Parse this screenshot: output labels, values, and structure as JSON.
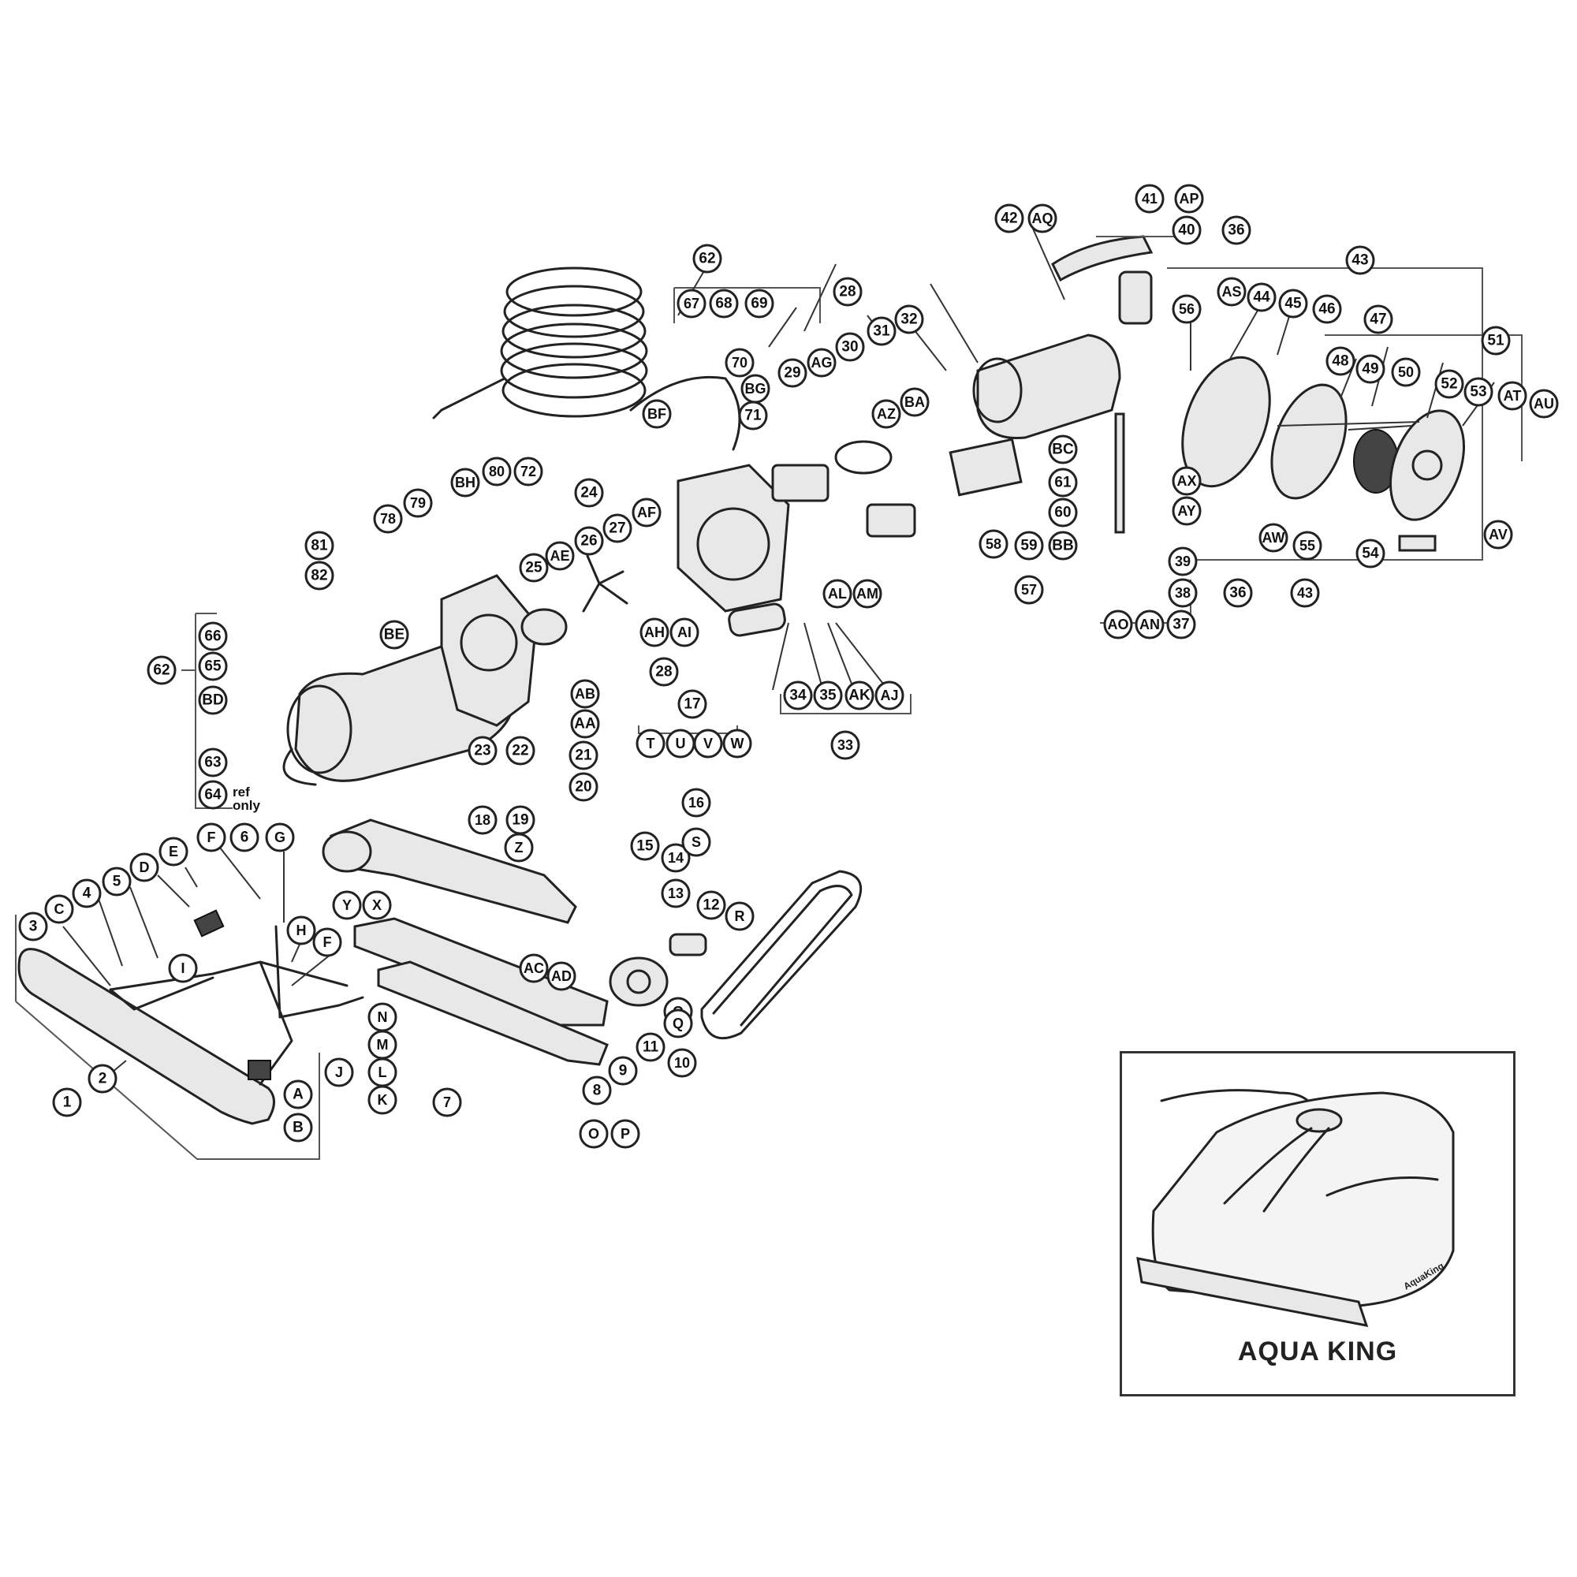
{
  "diagram": {
    "inset_title": "AQUA KING",
    "ref_note": "ref\nonly",
    "callouts": [
      "1",
      "2",
      "3",
      "4",
      "5",
      "6",
      "7",
      "8",
      "9",
      "10",
      "11",
      "12",
      "13",
      "14",
      "15",
      "16",
      "17",
      "18",
      "19",
      "20",
      "21",
      "22",
      "23",
      "24",
      "25",
      "26",
      "27",
      "28",
      "29",
      "30",
      "31",
      "32",
      "33",
      "34",
      "35",
      "36",
      "37",
      "38",
      "39",
      "40",
      "41",
      "42",
      "43",
      "44",
      "45",
      "46",
      "47",
      "48",
      "49",
      "50",
      "51",
      "52",
      "53",
      "54",
      "55",
      "56",
      "57",
      "58",
      "59",
      "60",
      "61",
      "62",
      "63",
      "64",
      "65",
      "66",
      "67",
      "68",
      "69",
      "70",
      "71",
      "72",
      "78",
      "79",
      "80",
      "81",
      "82",
      "A",
      "B",
      "C",
      "D",
      "E",
      "F",
      "G",
      "H",
      "I",
      "J",
      "K",
      "L",
      "M",
      "N",
      "O",
      "P",
      "Q",
      "R",
      "S",
      "T",
      "U",
      "V",
      "W",
      "X",
      "Y",
      "Z",
      "AA",
      "AB",
      "AC",
      "AD",
      "AE",
      "AF",
      "AG",
      "AH",
      "AI",
      "AJ",
      "AK",
      "AL",
      "AM",
      "AN",
      "AO",
      "AP",
      "AQ",
      "AS",
      "AT",
      "AU",
      "AV",
      "AW",
      "AX",
      "AY",
      "AZ",
      "BA",
      "BB",
      "BC",
      "BD",
      "BE",
      "BF",
      "BG",
      "BH"
    ]
  }
}
